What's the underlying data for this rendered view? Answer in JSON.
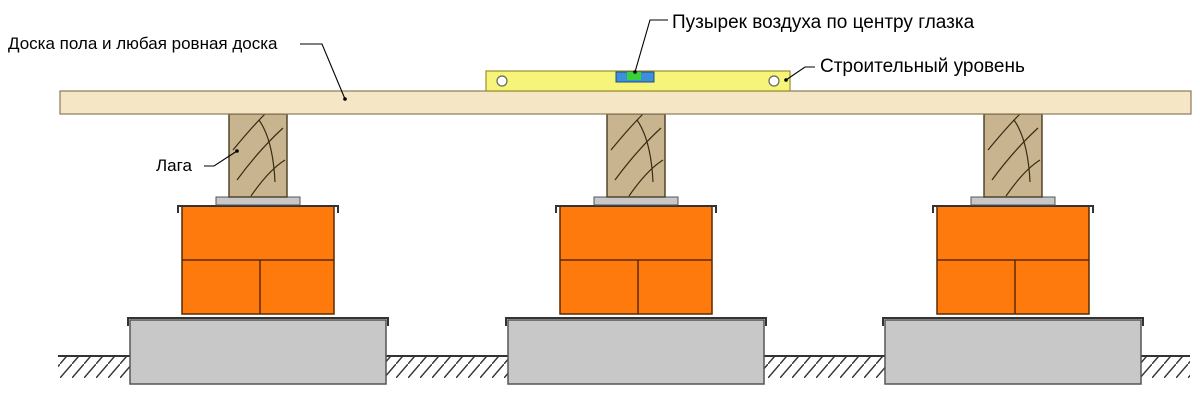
{
  "labels": {
    "floor_board": "Доска пола и любая ровная доска",
    "bubble": "Пузырек воздуха по центру глазка",
    "level": "Строительный уровень",
    "joist": "Лага"
  },
  "colors": {
    "board": "#f5e6c6",
    "level": "#f7f47a",
    "level_window": "#3c8fd8",
    "bubble": "#39d13a",
    "joist": "#c8b48e",
    "brick": "#ff7a0d",
    "slab": "#c8c8c8",
    "ground_hatch": "#333333"
  },
  "counts": {
    "supports": 3
  }
}
